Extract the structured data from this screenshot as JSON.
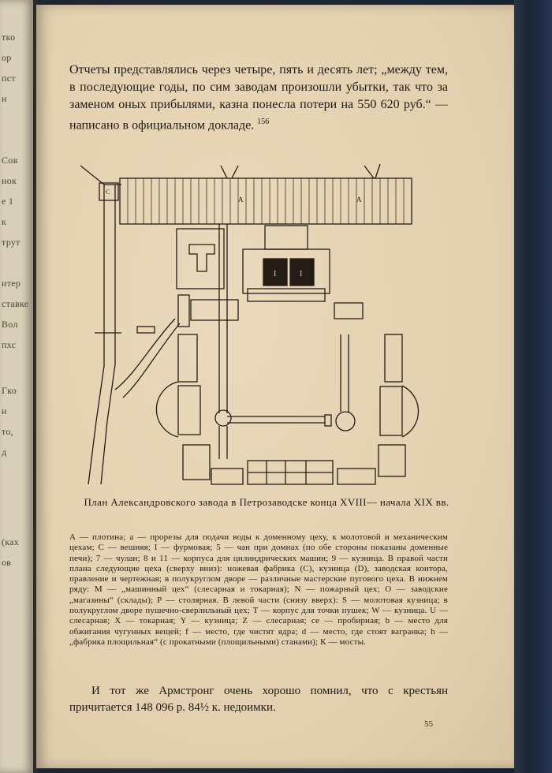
{
  "left_page_fragments": [
    "тко",
    "ор",
    "пст",
    "н",
    "Сов",
    "нок",
    "е 1",
    "к",
    "трут",
    "итер",
    "ставке",
    "Вол",
    "пхс",
    "Гко",
    "и",
    "то,",
    "д",
    "(ках",
    "ов"
  ],
  "paragraph": "Отчеты представлялись через четыре, пять и десять лет; „между тем, в последующие годы, по сим заводам произошли убытки, так что за заменом оных прибылями, казна понесла потери на 550 620 руб.“ — написано в официальном докладе.",
  "footnote_ref": "156",
  "figure_labels": {
    "A": "A",
    "a": "a",
    "c": "C",
    "one": "I"
  },
  "caption": "План Александровского завода в Петрозаводске конца XVIII— начала XIX вв.",
  "legend": "А — плотина; а — прорезы для подачи воды к доменному цеху, к молотовой и механическим цехам; С — вешняя; I — фурмовая; 5 — чан при домнах (по обе стороны показаны доменные печи); 7 — чулан; 8 и 11 — корпуса для цилиндрических машин; 9 — кузница. В правой части плана следующие цеха (сверху вниз): ножевая фабрика (С), кузница (D), заводская контора, правление и чертежная; в полукруглом дворе — различные мастерские пугового цеха. В нижнем ряду: М — „машинный цех“ (слесарная и токарная); N — пожарный цех; О — заводские „магазины“ (склады); Р — столярная. В левой части (снизу вверх): S — молотовая кузница; в полукруглом дворе пушечно-сверлильный цех; Т — корпус для точки пушек; W — кузница. U — слесарная; Х — токарная; Y — кузница; Z — слесарная; се — пробирная; b — место для обжигания чугунных вещей; f — место, где чистят ядра; d — место, где стоят вагранка; h — „фабрика площильная“ (с прокатными (площильными) станами); К — мосты.",
  "closing": "И тот же Армстронг очень хорошо помнил, что с крестьян причитается 148 096 р. 84½ к. недоимки.",
  "page_number": "55"
}
